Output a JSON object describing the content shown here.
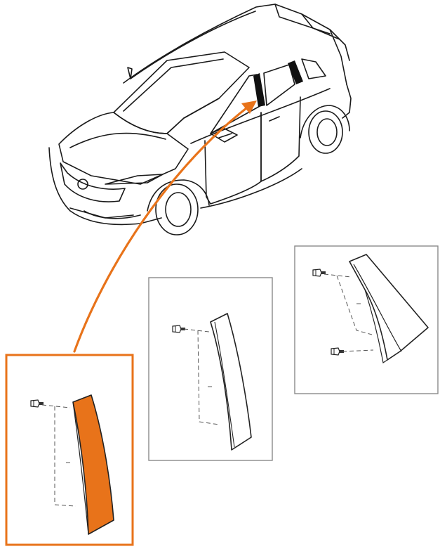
{
  "diagram": {
    "colors": {
      "highlight": "#e8731a",
      "line": "#1a1a1a",
      "panel_border": "#8a8a8a",
      "part_fill": "#ffffff"
    },
    "vehicle": {
      "icon": "suv-line-drawing",
      "highlighted_area": "rear-door-b-pillar-garnish"
    },
    "callout": {
      "icon": "arrow-curved",
      "from": "highlighted-panel",
      "to": "vehicle-door-pillar"
    },
    "panels": [
      {
        "id": "highlighted",
        "part_icon": "pillar-garnish-filled",
        "fasteners": 1
      },
      {
        "id": "variant-a",
        "part_icon": "pillar-garnish-outline",
        "fasteners": 1
      },
      {
        "id": "variant-b",
        "part_icon": "pillar-garnish-wide",
        "fasteners": 2
      }
    ]
  }
}
